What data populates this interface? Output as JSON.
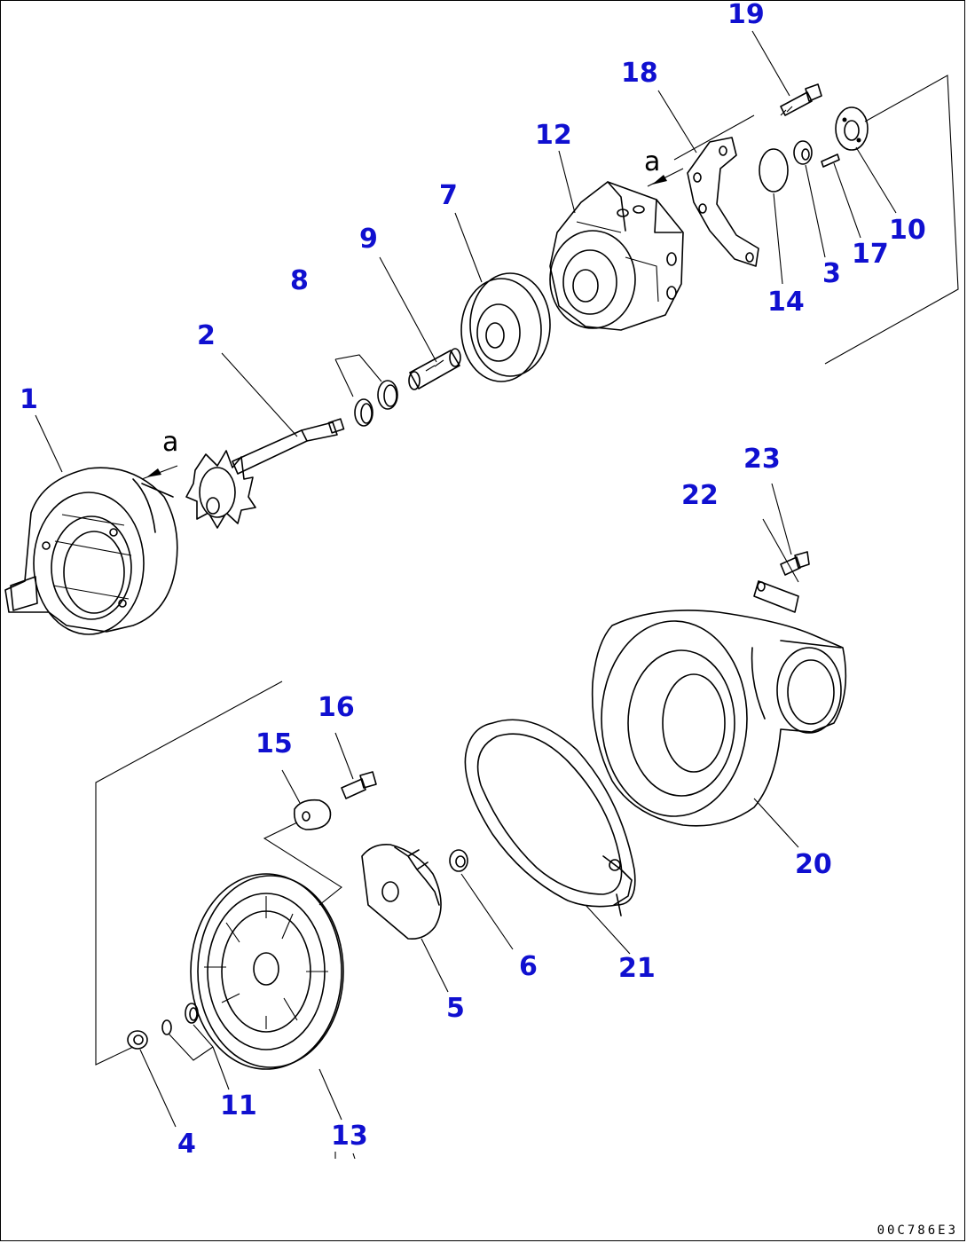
{
  "diagram": {
    "ref_code": "00C786E3",
    "ref_marks": [
      {
        "id": "a-upper",
        "text": "a"
      },
      {
        "id": "a-lower",
        "text": "a"
      }
    ],
    "callouts": [
      {
        "id": "p1",
        "text": "1"
      },
      {
        "id": "p2",
        "text": "2"
      },
      {
        "id": "p3",
        "text": "3"
      },
      {
        "id": "p4",
        "text": "4"
      },
      {
        "id": "p5",
        "text": "5"
      },
      {
        "id": "p6",
        "text": "6"
      },
      {
        "id": "p7",
        "text": "7"
      },
      {
        "id": "p8",
        "text": "8"
      },
      {
        "id": "p9",
        "text": "9"
      },
      {
        "id": "p10",
        "text": "10"
      },
      {
        "id": "p11",
        "text": "11"
      },
      {
        "id": "p12",
        "text": "12"
      },
      {
        "id": "p13",
        "text": "13"
      },
      {
        "id": "p14",
        "text": "14"
      },
      {
        "id": "p15",
        "text": "15"
      },
      {
        "id": "p16",
        "text": "16"
      },
      {
        "id": "p17",
        "text": "17"
      },
      {
        "id": "p18",
        "text": "18"
      },
      {
        "id": "p19",
        "text": "19"
      },
      {
        "id": "p20",
        "text": "20"
      },
      {
        "id": "p21",
        "text": "21"
      },
      {
        "id": "p22",
        "text": "22"
      },
      {
        "id": "p23",
        "text": "23"
      }
    ],
    "colors": {
      "callout": "#1010d0",
      "ink": "#000000",
      "background": "#ffffff"
    }
  }
}
